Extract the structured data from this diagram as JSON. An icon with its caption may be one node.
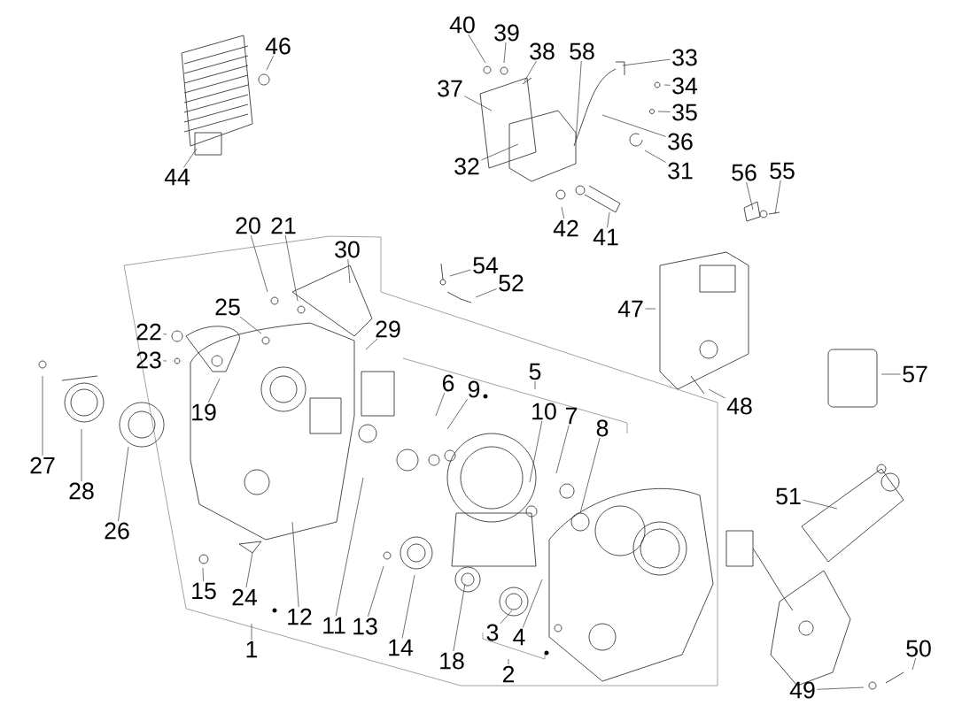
{
  "diagram": {
    "nodes": [
      {
        "text": [
          "40"
        ]
      },
      {
        "text": [
          "39"
        ]
      },
      {
        "text": [
          "46"
        ]
      },
      {
        "text": [
          "38"
        ]
      },
      {
        "text": [
          "58"
        ]
      },
      {
        "text": [
          "33"
        ]
      },
      {
        "text": [
          "37"
        ]
      },
      {
        "text": [
          "34"
        ]
      },
      {
        "text": [
          "35"
        ]
      },
      {
        "text": [
          "36"
        ]
      },
      {
        "text": [
          "32"
        ]
      },
      {
        "text": [
          "31"
        ]
      },
      {
        "text": [
          "44"
        ]
      },
      {
        "text": [
          "56"
        ]
      },
      {
        "text": [
          "55"
        ]
      },
      {
        "text": [
          "20"
        ]
      },
      {
        "text": [
          "21"
        ]
      },
      {
        "text": [
          "42"
        ]
      },
      {
        "text": [
          "41"
        ]
      },
      {
        "text": [
          "30"
        ]
      },
      {
        "text": [
          "54"
        ]
      },
      {
        "text": [
          "52"
        ]
      },
      {
        "text": [
          "25"
        ]
      },
      {
        "text": [
          "47"
        ]
      },
      {
        "text": [
          "29"
        ]
      },
      {
        "text": [
          "22"
        ]
      },
      {
        "text": [
          "23"
        ]
      },
      {
        "text": [
          "5"
        ]
      },
      {
        "text": [
          "57"
        ]
      },
      {
        "text": [
          "6"
        ]
      },
      {
        "text": [
          "9"
        ]
      },
      {
        "text": [
          "48"
        ]
      },
      {
        "text": [
          "10"
        ]
      },
      {
        "text": [
          "19"
        ]
      },
      {
        "text": [
          "7"
        ]
      },
      {
        "text": [
          "8"
        ]
      },
      {
        "text": [
          "27"
        ]
      },
      {
        "text": [
          "28"
        ]
      },
      {
        "text": [
          "26"
        ]
      },
      {
        "text": [
          "51"
        ]
      },
      {
        "text": [
          "15"
        ]
      },
      {
        "text": [
          "24"
        ]
      },
      {
        "text": [
          "1"
        ]
      },
      {
        "text": [
          "12"
        ]
      },
      {
        "text": [
          "11"
        ]
      },
      {
        "text": [
          "13"
        ]
      },
      {
        "text": [
          "14"
        ]
      },
      {
        "text": [
          "3"
        ]
      },
      {
        "text": [
          "4"
        ]
      },
      {
        "text": [
          "18"
        ]
      },
      {
        "text": [
          "2"
        ]
      },
      {
        "text": [
          "50"
        ]
      },
      {
        "text": [
          "49"
        ]
      }
    ],
    "edges": [
      {
        "from": 0,
        "to": null,
        "arrow": "none"
      },
      {
        "from": 1,
        "to": null,
        "arrow": "none"
      },
      {
        "from": 2,
        "to": null,
        "arrow": "none"
      },
      {
        "from": 3,
        "to": null,
        "arrow": "none"
      },
      {
        "from": 4,
        "to": null,
        "arrow": "none"
      },
      {
        "from": 5,
        "to": null,
        "arrow": "none"
      },
      {
        "from": 6,
        "to": null,
        "arrow": "none"
      },
      {
        "from": 7,
        "to": null,
        "arrow": "none"
      },
      {
        "from": 8,
        "to": null,
        "arrow": "none"
      },
      {
        "from": 9,
        "to": null,
        "arrow": "none"
      },
      {
        "from": 10,
        "to": null,
        "arrow": "none"
      },
      {
        "from": 11,
        "to": null,
        "arrow": "none"
      },
      {
        "from": 12,
        "to": null,
        "arrow": "none"
      },
      {
        "from": 13,
        "to": null,
        "arrow": "none"
      },
      {
        "from": 14,
        "to": null,
        "arrow": "none"
      },
      {
        "from": 15,
        "to": null,
        "arrow": "none"
      },
      {
        "from": 16,
        "to": null,
        "arrow": "none"
      },
      {
        "from": 17,
        "to": null,
        "arrow": "none"
      },
      {
        "from": 18,
        "to": null,
        "arrow": "none"
      },
      {
        "from": 19,
        "to": null,
        "arrow": "none"
      },
      {
        "from": 20,
        "to": null,
        "arrow": "none"
      },
      {
        "from": 21,
        "to": null,
        "arrow": "none"
      },
      {
        "from": 22,
        "to": null,
        "arrow": "none"
      },
      {
        "from": 23,
        "to": null,
        "arrow": "none"
      },
      {
        "from": 24,
        "to": null,
        "arrow": "none"
      },
      {
        "from": 25,
        "to": null,
        "arrow": "none"
      },
      {
        "from": 26,
        "to": null,
        "arrow": "none"
      },
      {
        "from": 27,
        "to": null,
        "arrow": "none"
      },
      {
        "from": 28,
        "to": null,
        "arrow": "none"
      },
      {
        "from": 29,
        "to": null,
        "arrow": "none"
      },
      {
        "from": 30,
        "to": null,
        "arrow": "none"
      },
      {
        "from": 31,
        "to": null,
        "arrow": "none"
      },
      {
        "from": 32,
        "to": null,
        "arrow": "none"
      },
      {
        "from": 33,
        "to": null,
        "arrow": "none"
      },
      {
        "from": 34,
        "to": null,
        "arrow": "none"
      },
      {
        "from": 35,
        "to": null,
        "arrow": "none"
      },
      {
        "from": 36,
        "to": null,
        "arrow": "none"
      },
      {
        "from": 37,
        "to": null,
        "arrow": "none"
      },
      {
        "from": 38,
        "to": null,
        "arrow": "none"
      },
      {
        "from": 39,
        "to": null,
        "arrow": "none"
      },
      {
        "from": 40,
        "to": null,
        "arrow": "none"
      },
      {
        "from": 41,
        "to": null,
        "arrow": "none"
      },
      {
        "from": 42,
        "to": null,
        "arrow": "none"
      },
      {
        "from": 43,
        "to": null,
        "arrow": "none"
      },
      {
        "from": 44,
        "to": null,
        "arrow": "none"
      },
      {
        "from": 45,
        "to": null,
        "arrow": "none"
      },
      {
        "from": 46,
        "to": null,
        "arrow": "none"
      },
      {
        "from": 47,
        "to": null,
        "arrow": "none"
      },
      {
        "from": 48,
        "to": null,
        "arrow": "none"
      },
      {
        "from": 49,
        "to": null,
        "arrow": "none"
      },
      {
        "from": 50,
        "to": null,
        "arrow": "none"
      },
      {
        "from": 51,
        "to": null,
        "arrow": "none"
      },
      {
        "from": 52,
        "to": null,
        "arrow": "none"
      }
    ]
  }
}
